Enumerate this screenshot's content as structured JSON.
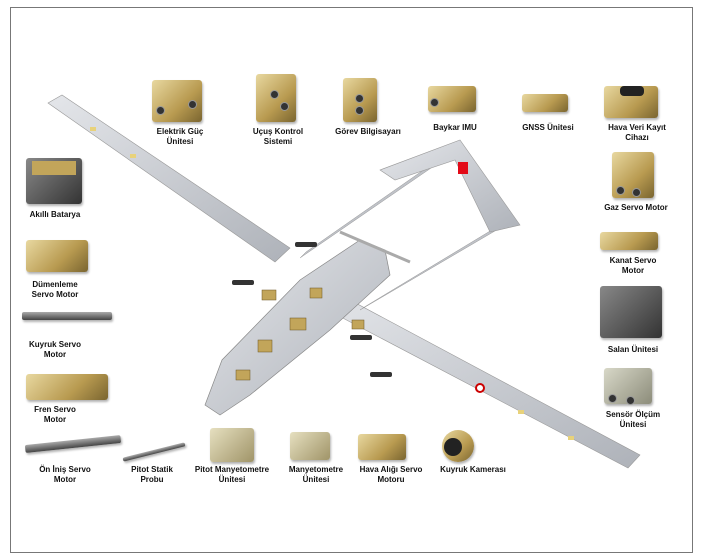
{
  "components": [
    {
      "id": "elektrik-guc-unitesi",
      "lines": [
        "Elektrik Güç",
        "Ünitesi"
      ]
    },
    {
      "id": "ucus-kontrol-sistemi",
      "lines": [
        "Uçuş Kontrol",
        "Sistemi"
      ]
    },
    {
      "id": "gorev-bilgisayari",
      "lines": [
        "Görev Bilgisayarı"
      ]
    },
    {
      "id": "baykar-imu",
      "lines": [
        "Baykar IMU"
      ]
    },
    {
      "id": "gnss-unitesi",
      "lines": [
        "GNSS Ünitesi"
      ]
    },
    {
      "id": "hava-veri-kayit-cihazi",
      "lines": [
        "Hava Veri Kayıt",
        "Cihazı"
      ]
    },
    {
      "id": "gaz-servo-motor",
      "lines": [
        "Gaz Servo Motor"
      ]
    },
    {
      "id": "kanat-servo-motor",
      "lines": [
        "Kanat Servo",
        "Motor"
      ]
    },
    {
      "id": "salan-unitesi",
      "lines": [
        "Salan Ünitesi"
      ]
    },
    {
      "id": "sensor-olcum-unitesi",
      "lines": [
        "Sensör Ölçüm",
        "Ünitesi"
      ]
    },
    {
      "id": "akilli-batarya",
      "lines": [
        "Akıllı Batarya"
      ]
    },
    {
      "id": "dumenleme-servo-motor",
      "lines": [
        "Dümenleme",
        "Servo Motor"
      ]
    },
    {
      "id": "kuyruk-servo-motor",
      "lines": [
        "Kuyruk Servo",
        "Motor"
      ]
    },
    {
      "id": "fren-servo-motor",
      "lines": [
        "Fren Servo",
        "Motor"
      ]
    },
    {
      "id": "on-inis-servo-motor",
      "lines": [
        "Ön İniş Servo",
        "Motor"
      ]
    },
    {
      "id": "pitot-statik-probu",
      "lines": [
        "Pitot Statik",
        "Probu"
      ]
    },
    {
      "id": "pitot-manyetometre-unitesi",
      "lines": [
        "Pitot Manyetometre",
        "Ünitesi"
      ]
    },
    {
      "id": "manyetometre-unitesi",
      "lines": [
        "Manyetometre",
        "Ünitesi"
      ]
    },
    {
      "id": "hava-aligi-servo-motoru",
      "lines": [
        "Hava Alığı Servo",
        "Motoru"
      ]
    },
    {
      "id": "kuyruk-kamerasi",
      "lines": [
        "Kuyruk Kamerası"
      ]
    }
  ],
  "colors": {
    "airframe": "#c9ccd2",
    "gold": "#c2a55a",
    "flag": "#e30a17"
  }
}
